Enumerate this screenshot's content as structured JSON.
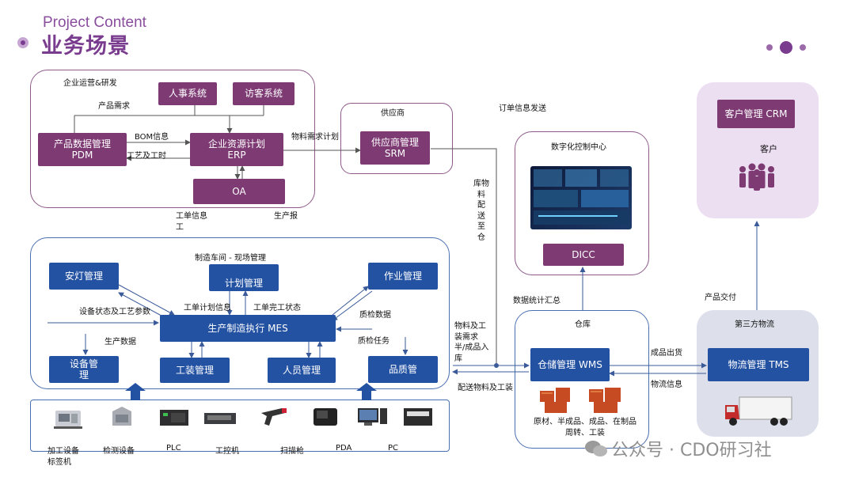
{
  "header": {
    "title_en": "Project Content",
    "title_zh": "业务场景"
  },
  "enterprise": {
    "title": "企业运营&研发",
    "hr": "人事系统",
    "visitor": "访客系统",
    "pdm": "产品数据管理\nPDM",
    "erp": "企业资源计划\nERP",
    "oa": "OA",
    "lbl_product_req": "产品需求",
    "lbl_bom": "BOM信息",
    "lbl_process": "工艺及工时",
    "lbl_material_plan": "物料需求计划"
  },
  "supplier": {
    "title": "供应商",
    "srm": "供应商管理\nSRM"
  },
  "order_label": "订单信息发送",
  "dicc": {
    "title": "数字化控制中心",
    "box": "DICC"
  },
  "customer": {
    "crm": "客户管理 CRM",
    "title": "客户"
  },
  "mid_labels": {
    "work_order_info": "工单信息\n工",
    "prod_report": "生产报",
    "delivery_to_wh": "库物\n料\n配\n送\n至\n仓",
    "stats": "数据统计汇总",
    "product_delivery": "产品交付"
  },
  "mes": {
    "title": "制造车间 - 现场管理",
    "andon": "安灯管理",
    "plan": "计划管理",
    "job": "作业管理",
    "mes": "生产制造执行 MES",
    "equip": "设备管\n理",
    "tooling": "工装管理",
    "staff": "人员管理",
    "quality": "品质管",
    "lbl_plan_info": "工单计划信息",
    "lbl_done_status": "工单完工状态",
    "lbl_equip_params": "设备状态及工艺参数",
    "lbl_qc_data": "质检数据",
    "lbl_prod_data": "生产数据",
    "lbl_qc_task": "质检任务"
  },
  "warehouse": {
    "title": "仓库",
    "wms": "仓储管理 WMS",
    "lbl_material_req": "物料及工\n装需求\n半/成品入\n库",
    "lbl_dispatch": "配送物料及工装",
    "caption": "原材、半成品、成品、在制品\n周转、工装"
  },
  "third_party": {
    "title": "第三方物流",
    "tms": "物流管理 TMS",
    "lbl_out": "成品出货",
    "lbl_info": "物流信息"
  },
  "devices": {
    "equip": "加工设备",
    "tag": "标签机",
    "inspect": "检测设备",
    "plc": "PLC",
    "ipc": "工控机",
    "scanner": "扫描枪",
    "pda": "PDA",
    "pc": "PC"
  },
  "watermark": "公众号 · CDO研习社",
  "colors": {
    "purple": "#7d3a73",
    "blue": "#2452a3",
    "panel_purple_border": "#8d5a8a",
    "panel_blue_border": "#4a6fb0",
    "customer_bg": "#ecdff2",
    "third_party_bg": "#dde0ea"
  }
}
